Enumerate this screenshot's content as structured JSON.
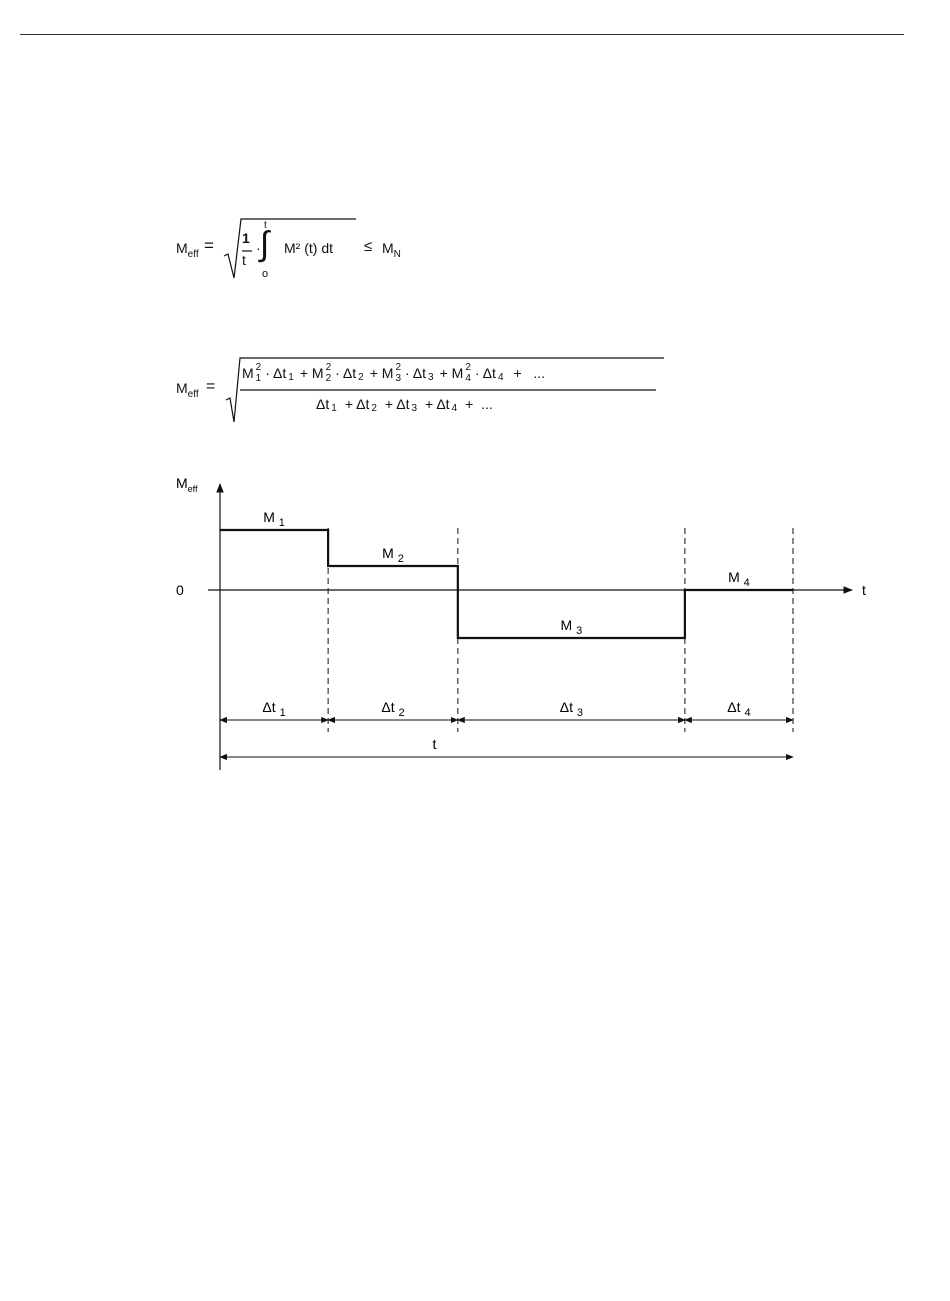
{
  "formula1": {
    "lhs": "M",
    "lhs_sub": "eff",
    "equals": "=",
    "frac_num": "1",
    "frac_den": "t",
    "dot": "·",
    "int_upper": "t",
    "int_sign": "∫",
    "int_lower": "o",
    "integrand": "M² (t)  dt",
    "leq": "≤",
    "rhs": "M",
    "rhs_sub": "N"
  },
  "formula2": {
    "lhs": "M",
    "lhs_sub": "eff",
    "equals": "=",
    "numerator_terms": [
      {
        "m": "M",
        "sup": "2",
        "sub": "1",
        "dt": "· Δt",
        "dt_sub": "1"
      },
      {
        "m": "+ M",
        "sup": "2",
        "sub": "2",
        "dt": "· Δt",
        "dt_sub": "2"
      },
      {
        "m": "+ M",
        "sup": "2",
        "sub": "3",
        "dt": "· Δt",
        "dt_sub": "3"
      },
      {
        "m": "+ M",
        "sup": "2",
        "sub": "4",
        "dt": "· Δt",
        "dt_sub": "4"
      }
    ],
    "numerator_tail": "+   ...",
    "denominator_terms": [
      {
        "t": "Δt",
        "sub": "1"
      },
      {
        "t": "+ Δt",
        "sub": "2"
      },
      {
        "t": "+ Δt",
        "sub": "3"
      },
      {
        "t": "+ Δt",
        "sub": "4"
      }
    ],
    "denominator_tail": "+  ..."
  },
  "diagram": {
    "y_axis_label": "M",
    "y_axis_label_sub": "eff",
    "x_axis_label": "t",
    "zero_label": "0",
    "segments": [
      {
        "label": "M",
        "label_sub": "1",
        "duration": 1.0,
        "level": 1.0,
        "dt_label": "Δt",
        "dt_sub": "1"
      },
      {
        "label": "M",
        "label_sub": "2",
        "duration": 1.2,
        "level": 0.4,
        "dt_label": "Δt",
        "dt_sub": "2"
      },
      {
        "label": "M",
        "label_sub": "3",
        "duration": 2.1,
        "level": -0.8,
        "dt_label": "Δt",
        "dt_sub": "3"
      },
      {
        "label": "M",
        "label_sub": "4",
        "duration": 1.0,
        "level": 0.0,
        "dt_label": "Δt",
        "dt_sub": "4"
      }
    ],
    "total_label": "t"
  }
}
